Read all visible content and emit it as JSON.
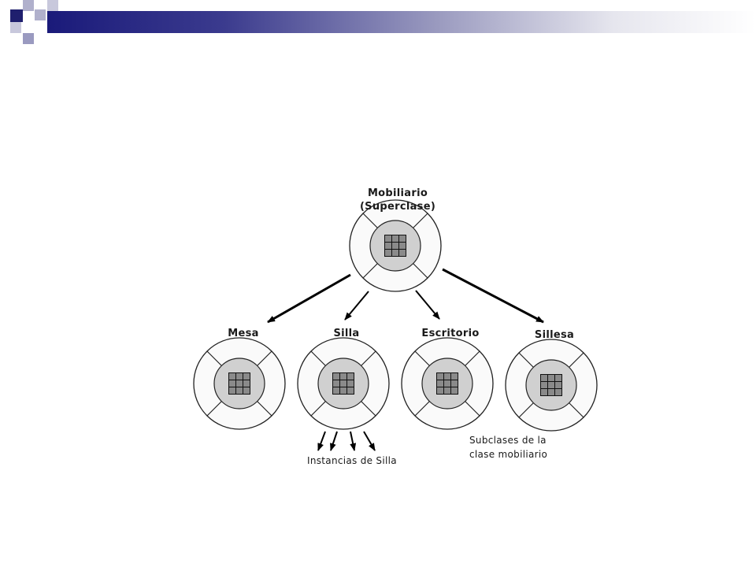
{
  "superclass": {
    "name": "Mobiliario",
    "tag": "(Superclase)"
  },
  "subclasses": [
    "Mesa",
    "Silla",
    "Escritorio",
    "Sillesa"
  ],
  "annotations": {
    "instances": "Instancias de Silla",
    "subclasses_line1": "Subclases de la",
    "subclasses_line2": "clase mobiliario"
  },
  "colors": {
    "banner_dark": "#1a1a7a",
    "square_dark": "#1f1f6e",
    "square_light": "#a8a8c8",
    "core_fill": "#d0d0d0",
    "grid_cell": "#8a8a8a"
  }
}
